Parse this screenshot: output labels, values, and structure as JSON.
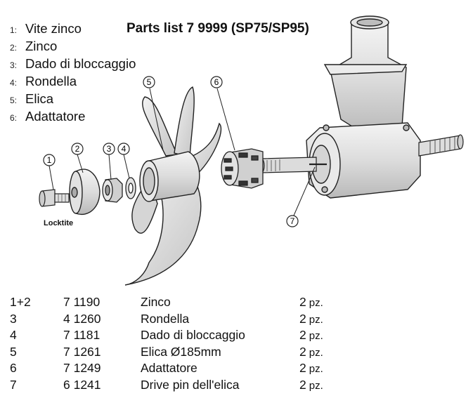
{
  "title": "Parts list 7 9999 (SP75/SP95)",
  "legend": [
    {
      "num": "1:",
      "label": "Vite zinco"
    },
    {
      "num": "2:",
      "label": "Zinco"
    },
    {
      "num": "3:",
      "label": "Dado di bloccaggio"
    },
    {
      "num": "4:",
      "label": "Rondella"
    },
    {
      "num": "5:",
      "label": "Elica"
    },
    {
      "num": "6:",
      "label": "Adattatore"
    }
  ],
  "callouts": [
    "1",
    "2",
    "3",
    "4",
    "5",
    "6",
    "7"
  ],
  "locktite": "Locktite",
  "parts": [
    {
      "pos": "1+2",
      "code": "7 1190",
      "desc": "Zinco",
      "qty": "2",
      "unit": "pz."
    },
    {
      "pos": "3",
      "code": "4 1260",
      "desc": "Rondella",
      "qty": "2",
      "unit": "pz."
    },
    {
      "pos": "4",
      "code": "7 1181",
      "desc": "Dado di bloccaggio",
      "qty": "2",
      "unit": "pz."
    },
    {
      "pos": "5",
      "code": "7 1261",
      "desc": "Elica Ø185mm",
      "qty": "2",
      "unit": "pz."
    },
    {
      "pos": "6",
      "code": "7 1249",
      "desc": "Adattatore",
      "qty": "2",
      "unit": "pz."
    },
    {
      "pos": "7",
      "code": "6 1241",
      "desc": "Drive pin dell'elica",
      "qty": "2",
      "unit": "pz."
    }
  ]
}
